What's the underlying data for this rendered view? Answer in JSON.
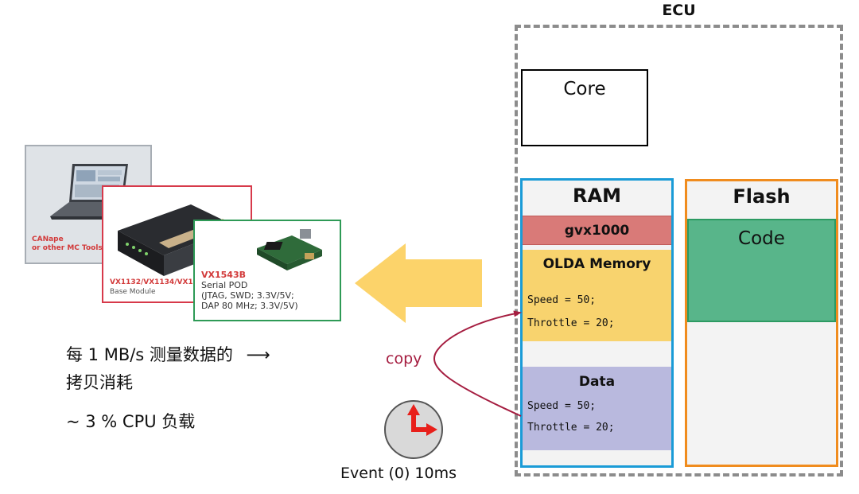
{
  "ecu": {
    "title": "ECU",
    "core_label": "Core",
    "ram": {
      "title": "RAM",
      "gvx_label": "gvx1000",
      "olda": {
        "title": "OLDA Memory",
        "lines": [
          "Speed = 50;",
          "Throttle = 20;"
        ]
      },
      "data": {
        "title": "Data",
        "lines": [
          "Speed = 50;",
          "Throttle = 20;"
        ]
      }
    },
    "flash": {
      "title": "Flash",
      "code_label": "Code"
    }
  },
  "tools": {
    "canape": {
      "lines": [
        "CANape",
        "or other MC Tools"
      ]
    },
    "vx113x": {
      "name": "VX1132/VX1134/VX1135",
      "subtitle": "Base Module"
    },
    "vx1543": {
      "name": "VX1543B",
      "lines": [
        "Serial POD",
        "(JTAG, SWD; 3.3V/5V;",
        "DAP 80 MHz; 3.3V/5V)"
      ]
    }
  },
  "notes": {
    "cost_line1": "每 1 MB/s 测量数据的",
    "cost_arrow": "⟶",
    "cost_line2": "拷贝消耗",
    "cpu_load": "~ 3 % CPU 负载"
  },
  "copy_label": "copy",
  "event_label": "Event (0) 10ms",
  "colors": {
    "ram_border": "#1a9bd7",
    "flash_border": "#f08c1e",
    "gvx": "#d97a78",
    "olda": "#f8d36e",
    "data": "#b9b9de",
    "code": "#58b58a",
    "copy_path": "#a51d40",
    "transfer_arrow": "#fcd36a",
    "clock_hand": "#e8201b"
  }
}
